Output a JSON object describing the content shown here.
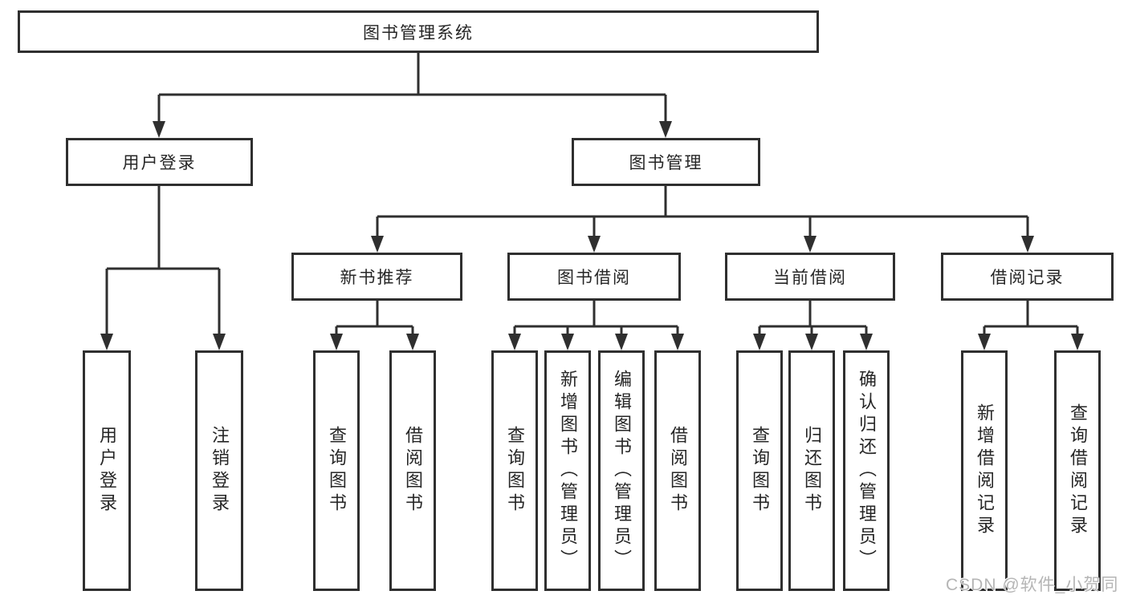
{
  "tree": {
    "root": {
      "label": "图书管理系统"
    },
    "branches": [
      {
        "label": "用户登录",
        "leaves": [
          {
            "label": "用户登录"
          },
          {
            "label": "注销登录"
          }
        ]
      },
      {
        "label": "图书管理",
        "sections": [
          {
            "label": "新书推荐",
            "leaves": [
              {
                "label": "查询图书"
              },
              {
                "label": "借阅图书"
              }
            ]
          },
          {
            "label": "图书借阅",
            "leaves": [
              {
                "label": "查询图书"
              },
              {
                "label": "新增图书（管理员）"
              },
              {
                "label": "编辑图书（管理员）"
              },
              {
                "label": "借阅图书"
              }
            ]
          },
          {
            "label": "当前借阅",
            "leaves": [
              {
                "label": "查询图书"
              },
              {
                "label": "归还图书"
              },
              {
                "label": "确认归还（管理员）"
              }
            ]
          },
          {
            "label": "借阅记录",
            "leaves": [
              {
                "label": "新增借阅记录"
              },
              {
                "label": "查询借阅记录"
              }
            ]
          }
        ]
      }
    ]
  },
  "watermark": {
    "text": "CSDN @软件_小贺同学"
  },
  "colors": {
    "line": "#2f2f2f",
    "text": "#262626",
    "background": "#ffffff",
    "watermark": "#b5b5b5"
  }
}
